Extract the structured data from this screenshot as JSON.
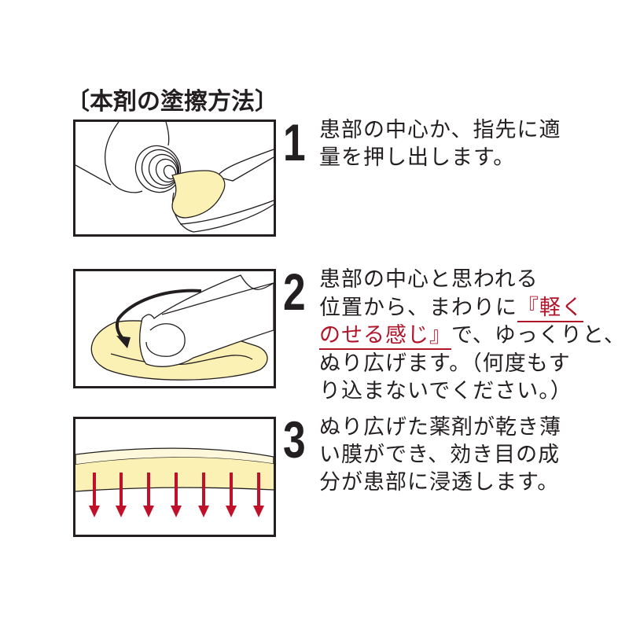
{
  "title": "〔本剤の塗擦方法〕",
  "colors": {
    "text": "#231f20",
    "accent_red": "#b0152a",
    "cream_yellow": "#fbf1b4",
    "arrow_red": "#c0102a"
  },
  "steps": [
    {
      "number": "1",
      "lines": [
        "患部の中心か、指先に適",
        "量を押し出します。"
      ],
      "illustration": "tube-squeezing-cream-onto-fingertip"
    },
    {
      "number": "2",
      "line1": "患部の中心と思われる",
      "line2_pre": "位置から、まわりに",
      "line2_hl": "『軽く",
      "line3_hl": "のせる感じ』",
      "line3_post": "で、ゆっくりと、",
      "line4": "ぬり広げます。（何度もす",
      "line5": "り込まないでください。）",
      "illustration": "finger-spreading-cream-circular-motion"
    },
    {
      "number": "3",
      "lines": [
        "ぬり広げた薬剤が乾き薄",
        "い膜ができ、効き目の成",
        "分が患部に浸透します。"
      ],
      "illustration": "cream-film-penetrating-skin-arrows"
    }
  ]
}
